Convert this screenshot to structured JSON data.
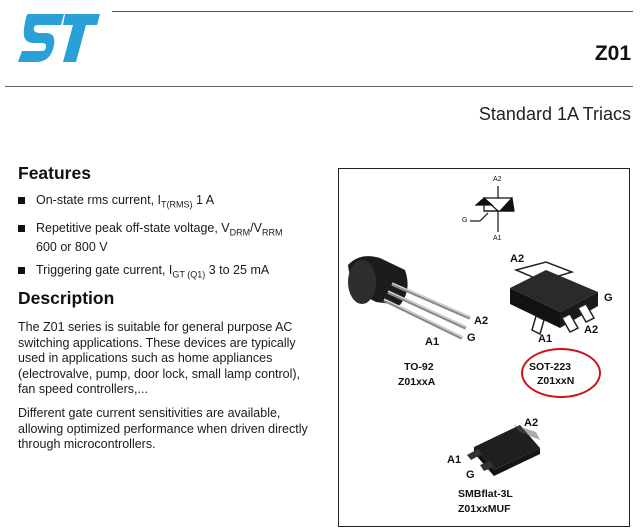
{
  "header": {
    "part_number": "Z01",
    "subtitle": "Standard 1A Triacs",
    "brand_color": "#2aa0d8"
  },
  "features": {
    "heading": "Features",
    "items": [
      {
        "a": "On-state rms current, I",
        "sub": "T(RMS)",
        "b": " 1 A",
        "c": ""
      },
      {
        "a": "Repetitive peak off-state voltage, V",
        "sub": "DRM",
        "b": "/V",
        "sub2": "RRM",
        "c": "600 or 800 V"
      },
      {
        "a": "Triggering gate current, I",
        "sub": "GT (Q1)",
        "b": " 3 to 25 mA",
        "c": ""
      }
    ]
  },
  "description": {
    "heading": "Description",
    "paragraphs": [
      "The Z01 series is suitable for general purpose AC switching applications. These devices are typically used in applications such as home appliances (electrovalve, pump, door lock, small lamp control), fan speed controllers,...",
      "Different gate current sensitivities are available, allowing optimized performance when driven directly through microcontrollers."
    ]
  },
  "packages": {
    "symbol": {
      "a2": "A2",
      "g": "G",
      "a1": "A1"
    },
    "to92": {
      "name": "TO-92",
      "code": "Z01xxA",
      "pins": {
        "a1": "A1",
        "a2": "A2",
        "g": "G"
      }
    },
    "sot223": {
      "name": "SOT-223",
      "code": "Z01xxN",
      "pins": {
        "a2_top": "A2",
        "g": "G",
        "a1": "A1",
        "a2": "A2"
      },
      "highlight_color": "#d0131a"
    },
    "smbflat": {
      "name": "SMBflat-3L",
      "code": "Z01xxMUF",
      "pins": {
        "a2": "A2",
        "a1": "A1",
        "g": "G"
      }
    }
  }
}
